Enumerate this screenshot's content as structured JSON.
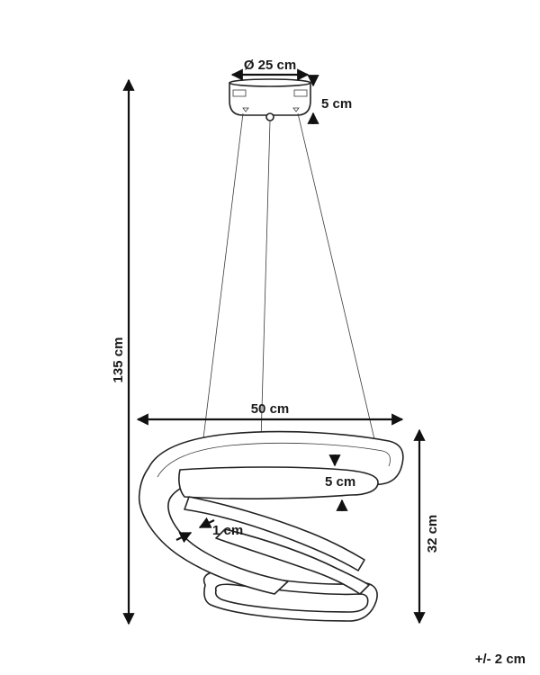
{
  "dimensions": {
    "canopy_diameter": "Ø 25 cm",
    "canopy_height": "5 cm",
    "total_height": "135 cm",
    "ring_width": "50 cm",
    "band_height": "5 cm",
    "band_thickness": "1 cm",
    "ring_height": "32 cm",
    "tolerance": "+/- 2 cm"
  },
  "colors": {
    "line": "#1a1a1a",
    "background": "#ffffff"
  }
}
